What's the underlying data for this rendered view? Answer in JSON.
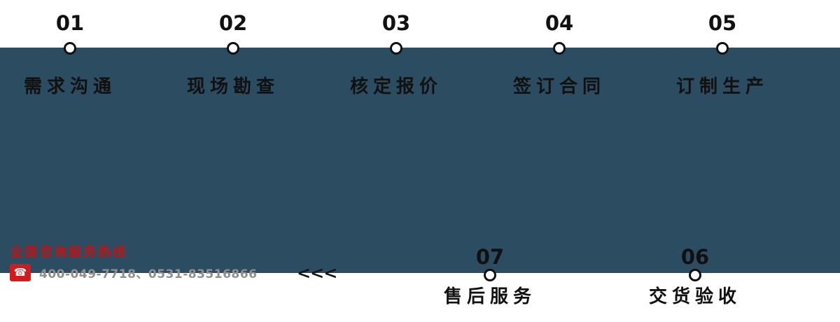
{
  "colors": {
    "band": "#2b4c61",
    "accent_red": "#c01414",
    "text_dark": "#111111",
    "phone_number_gray": "#8f8f8f",
    "phone_icon_red": "#d01c1c"
  },
  "steps_top": [
    {
      "number": "01",
      "label": "需求沟通"
    },
    {
      "number": "02",
      "label": "现场勘查"
    },
    {
      "number": "03",
      "label": "核定报价"
    },
    {
      "number": "04",
      "label": "签订合同"
    },
    {
      "number": "05",
      "label": "订制生产"
    }
  ],
  "steps_bottom": [
    {
      "number": "07",
      "label": "售后服务"
    },
    {
      "number": "06",
      "label": "交货验收"
    }
  ],
  "hotline": {
    "title": "全国咨询服务热线",
    "numbers": "400-049-7718、0531-83516866",
    "phone_glyph": "☎"
  },
  "arrows": {
    "glyph": "<<<"
  }
}
